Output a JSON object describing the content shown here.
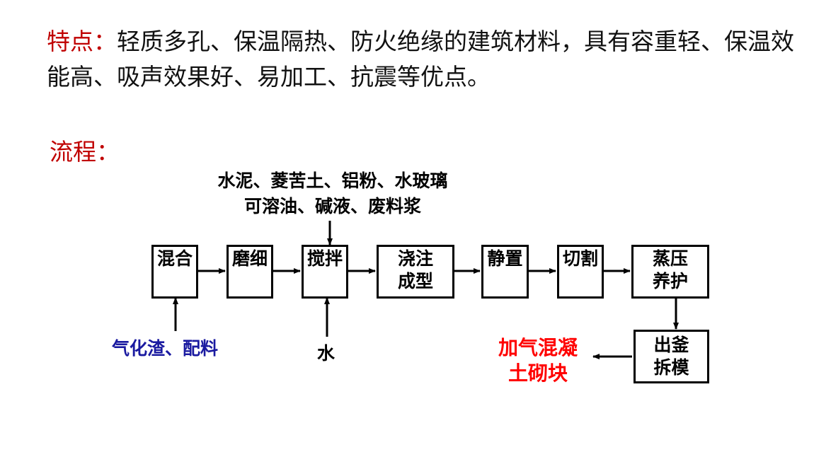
{
  "features": {
    "label": "特点：",
    "text": "轻质多孔、保温隔热、防火绝缘的建筑材料，具有容重轻、保温效能高、吸声效果好、易加工、抗震等优点。"
  },
  "flow": {
    "label": "流程：",
    "inputs_top": [
      "水泥、菱苦土、铝粉、水玻璃",
      "可溶油、碱液、废料浆"
    ],
    "input_left": "气化渣、配料",
    "input_water": "水",
    "steps": {
      "mix": "混合",
      "grind": "磨细",
      "stir": "搅拌",
      "pour": [
        "浇注",
        "成型"
      ],
      "rest": "静置",
      "cut": "切割",
      "steam": [
        "蒸压",
        "养护"
      ],
      "unload": [
        "出釜",
        "拆模"
      ]
    },
    "product": [
      "加气混凝",
      "土砌块"
    ]
  },
  "colors": {
    "accent_red": "#c00000",
    "input_blue": "#1a1aa0",
    "product_red": "#ff0000"
  }
}
